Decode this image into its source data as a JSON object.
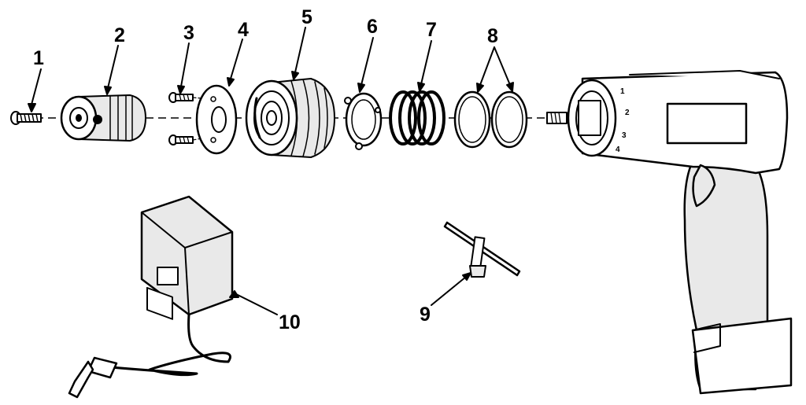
{
  "diagram": {
    "callouts": [
      {
        "id": "1",
        "label": "1"
      },
      {
        "id": "2",
        "label": "2"
      },
      {
        "id": "3",
        "label": "3"
      },
      {
        "id": "4",
        "label": "4"
      },
      {
        "id": "5",
        "label": "5"
      },
      {
        "id": "6",
        "label": "6"
      },
      {
        "id": "7",
        "label": "7"
      },
      {
        "id": "8",
        "label": "8"
      },
      {
        "id": "9",
        "label": "9"
      },
      {
        "id": "10",
        "label": "10"
      }
    ],
    "torque_settings": [
      "1",
      "2",
      "3",
      "4"
    ]
  }
}
